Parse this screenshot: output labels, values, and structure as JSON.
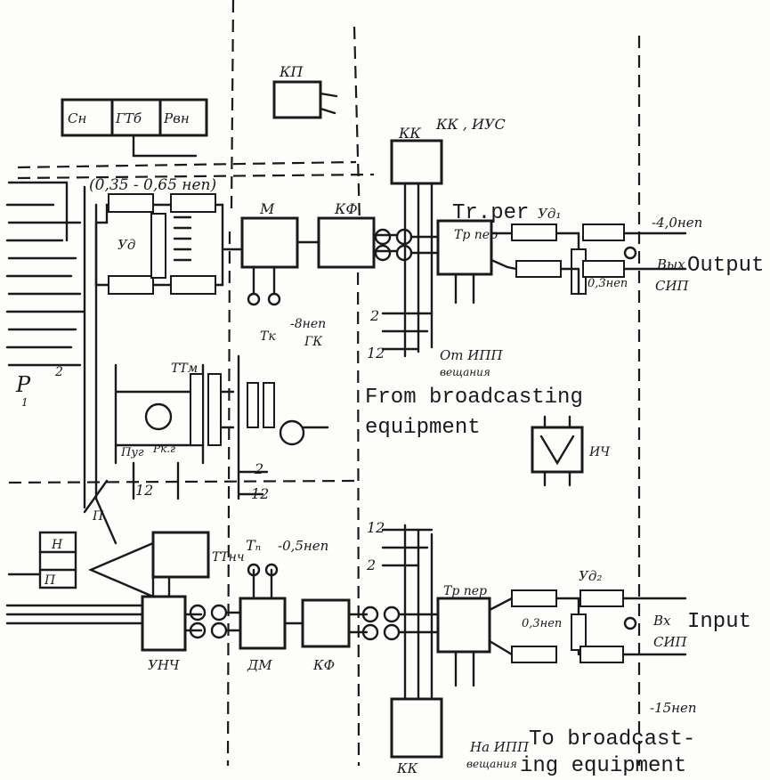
{
  "labels": {
    "top_left_blocks": [
      "Сн",
      "ГТб",
      "Рвн"
    ],
    "kp_block": "КП",
    "kk_iyc": "КК , ИУС",
    "kk_top": "КК",
    "tr_per_en": "Tr.per",
    "yd_top": "Уд₁",
    "minus40": "-4,0неп",
    "tr_per_ru": "Тр пер",
    "range": "(0,35 - 0,65 неп)",
    "m_block": "М",
    "kf_top": "КФ",
    "yd_left": "Уд",
    "vyh": "Вых",
    "output_en": "Output",
    "sip_top": "СИП",
    "res03_top": "0,3неп",
    "n2_a": "2",
    "n12_a": "12",
    "ot_ipp": "От ИПП",
    "veshaniya_top": "вещания",
    "from_bc_1": "From broadcasting",
    "from_bc_2": "equipment",
    "tk_minus": "-8неп",
    "tk_label": "Тк",
    "rk_label": "ГК",
    "ttm": "ТТм",
    "ig_label": "ИЧ",
    "n2_b": "2",
    "n12_b": "12",
    "n12_c": "12",
    "p_left": "Р",
    "p_sub": "1",
    "two_left": "2",
    "pug": "Пуг",
    "rkg": "Рк.г",
    "n_top": "П",
    "n_mid": "Н",
    "n_bot": "П",
    "ttnch": "ТТнч",
    "t_minus": "Тₙ",
    "minus05": "-0,5неп",
    "n12_d": "12",
    "n2_d": "2",
    "tr_per_bot": "Тр пер",
    "yd_bot": "Уд₂",
    "vx": "Вх",
    "input_en": "Input",
    "sip_bot": "СИП",
    "res03_bot": "0,3неп",
    "ynch": "УНЧ",
    "dm": "ДМ",
    "kf_bot": "КФ",
    "kk_bot": "КК",
    "minus15": "-15неп",
    "na_ipp": "На ИПП",
    "veshaniya_bot": "вещания",
    "to_bc_1": "To broadcast-",
    "to_bc_2": "ing equipment"
  }
}
